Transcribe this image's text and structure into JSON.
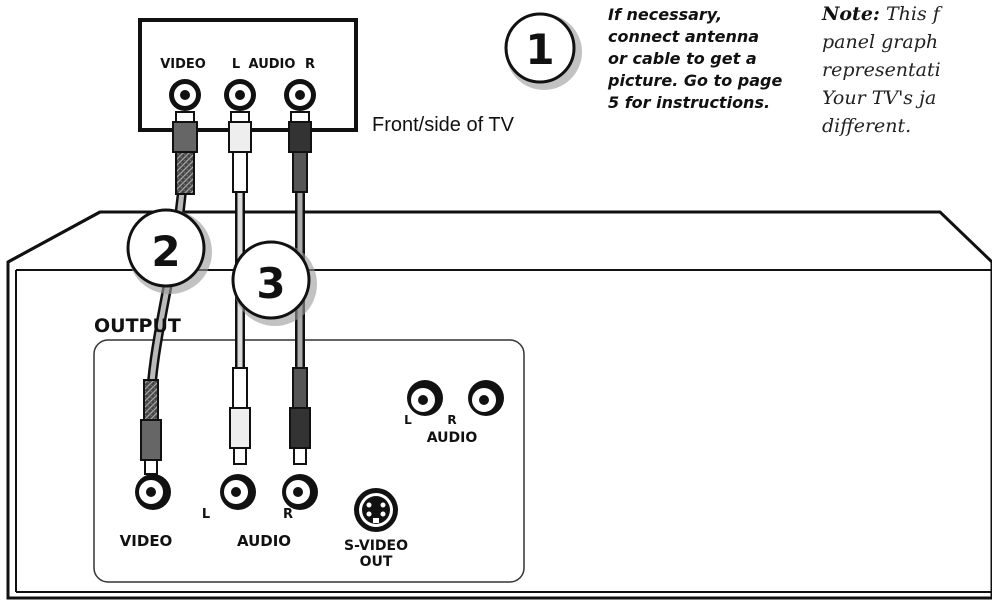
{
  "tv_panel": {
    "video_label": "VIDEO",
    "audio_left_label": "L",
    "audio_label": "AUDIO",
    "audio_right_label": "R",
    "caption": "Front/side of TV"
  },
  "step1": {
    "number": "1",
    "lines": [
      "If necessary,",
      "connect antenna",
      "or cable to get a",
      "picture. Go to page",
      "5 for instructions."
    ]
  },
  "note": {
    "lead": "Note:",
    "line1_rest": " This f",
    "lines": [
      "panel graph",
      "representati",
      "Your TV's ja",
      "different."
    ]
  },
  "step2": {
    "number": "2"
  },
  "step3": {
    "number": "3"
  },
  "device": {
    "output_label": "OUTPUT",
    "video_label": "VIDEO",
    "audio_label": "AUDIO",
    "audio_l": "L",
    "audio_r": "R",
    "svideo_line1": "S-VIDEO",
    "svideo_line2": "OUT",
    "aux_audio_label": "AUDIO",
    "aux_l": "L",
    "aux_r": "R"
  }
}
